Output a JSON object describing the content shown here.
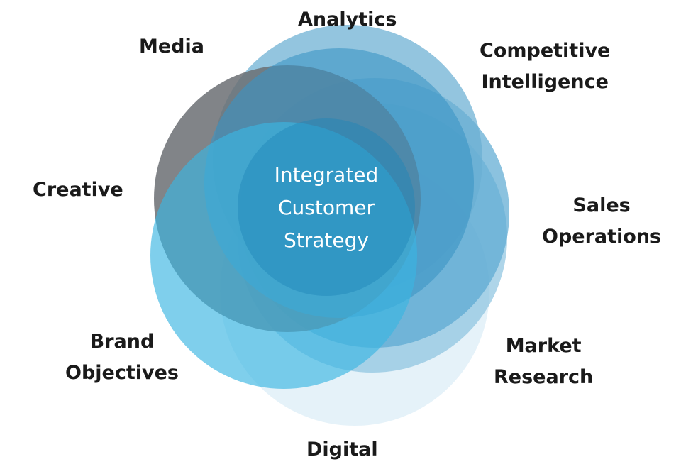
{
  "center": {
    "lines": [
      "Integrated",
      "Customer",
      "Strategy"
    ]
  },
  "labels": {
    "analytics": [
      "Analytics"
    ],
    "media": [
      "Media"
    ],
    "competitive": [
      "Competitive",
      "Intelligence"
    ],
    "creative": [
      "Creative"
    ],
    "sales": [
      "Sales",
      "Operations"
    ],
    "brand": [
      "Brand",
      "Objectives"
    ],
    "market": [
      "Market",
      "Research"
    ],
    "digital": [
      "Digital"
    ]
  },
  "colors": {
    "media": "#6b6e73",
    "analytics": "#5aa6cc",
    "competitive": "#3f97c4",
    "sales": "#6bb0d6",
    "market": "#a9d5ec",
    "digital": "#d8eef9",
    "brand": "#3bb3e0",
    "creative": "#2a8fc0",
    "text_outer": "#1a1a1a",
    "text_center": "#ffffff"
  }
}
